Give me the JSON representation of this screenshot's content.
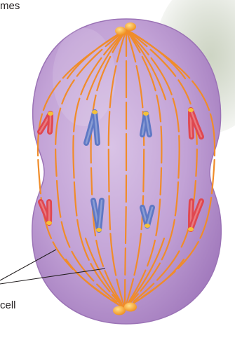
{
  "labels": {
    "top_label": "mes",
    "bottom_label": "cell"
  },
  "colors": {
    "cell_fill": "#b28fc6",
    "cell_edge": "#a57fbe",
    "spindle_fiber": "#f08c2a",
    "centrosome": "#f6a623",
    "chromosome_red": "#e0474f",
    "chromosome_blue": "#5e78c4",
    "centromere": "#f4c13a",
    "leader_line": "#231f20",
    "background_texture": "#bfc9b4"
  },
  "diagram": {
    "stage": "anaphase",
    "pole_count": 2,
    "chromosomes_top_row": [
      "red",
      "blue",
      "blue",
      "red"
    ],
    "chromosomes_bottom_row": [
      "red",
      "blue",
      "blue",
      "red"
    ]
  }
}
